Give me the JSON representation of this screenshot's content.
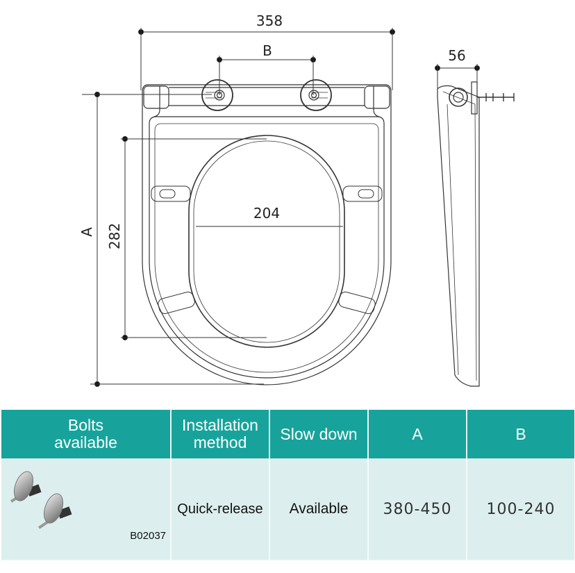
{
  "drawing": {
    "dim_width": "358",
    "dim_hinge": "B",
    "dim_length": "A",
    "dim_opening_length": "282",
    "dim_opening_width": "204",
    "dim_side_depth": "56"
  },
  "table": {
    "headers": [
      "Bolts available",
      "Installation method",
      "Slow down",
      "A",
      "B"
    ],
    "header_lines": [
      [
        "Bolts",
        "available"
      ],
      [
        "Installation",
        "method"
      ]
    ],
    "row": {
      "bolt_code": "B02037",
      "installation": "Quick-release",
      "slow_down": "Available",
      "a": "380-450",
      "b": "100-240"
    }
  },
  "colors": {
    "header": "#17a39b",
    "body": "#dcefee"
  }
}
